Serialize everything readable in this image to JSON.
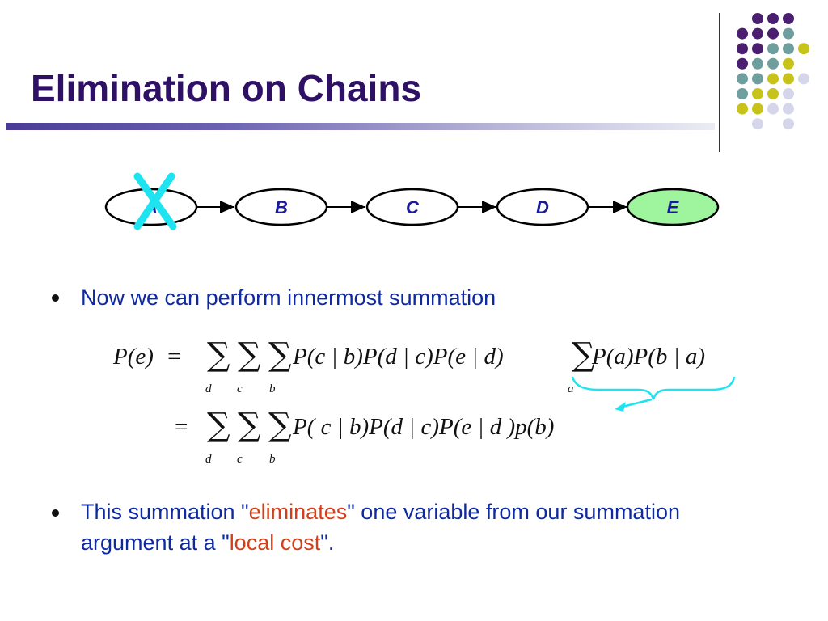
{
  "slide": {
    "title": "Elimination on Chains"
  },
  "chain": {
    "nodes": [
      {
        "label": "A",
        "eliminated": true
      },
      {
        "label": "B",
        "eliminated": false
      },
      {
        "label": "C",
        "eliminated": false
      },
      {
        "label": "D",
        "eliminated": false
      },
      {
        "label": "E",
        "eliminated": false,
        "observed": true
      }
    ],
    "edge_color": "#000000",
    "highlight_color": "#9ef59e",
    "cross_color": "#1ee3f0"
  },
  "bullets": {
    "first": "Now we can perform innermost summation",
    "second": {
      "part1": "This summation \"",
      "highlight1": "eliminates",
      "part2": "\" one variable from our summation argument at a \"",
      "highlight2": "local cost",
      "part3": "\"."
    }
  },
  "equation": {
    "line1": {
      "lhs": "P(e)",
      "equals": "=",
      "sum_indices": [
        "d",
        "c",
        "b"
      ],
      "terms": "P(c | b)P(d | c)P(e | d)",
      "inner_sum_index": "a",
      "inner_terms": "P(a)P(b | a)"
    },
    "line2": {
      "equals": "=",
      "sum_indices": [
        "d",
        "c",
        "b"
      ],
      "terms": "P(  c | b)P(d | c)P(e | d )p(b)"
    },
    "annotation_color": "#1ee3f0"
  },
  "colors": {
    "title": "#2e1065",
    "text": "#0f2aa0",
    "highlight": "#d1401a"
  }
}
